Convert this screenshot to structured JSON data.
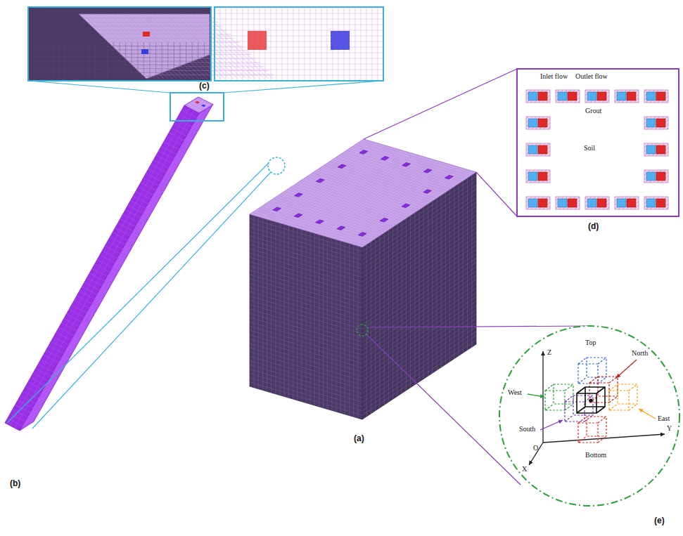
{
  "diagram": {
    "labels": [
      "(c)",
      "(b)",
      "(a)",
      "Inlet flow",
      "Outlet flow",
      "Grout",
      "Soil",
      "(d)",
      "Z",
      "Top",
      "North",
      "West",
      "East",
      "Y",
      "O",
      "South",
      "Bottom",
      "X",
      "(e)"
    ]
  }
}
